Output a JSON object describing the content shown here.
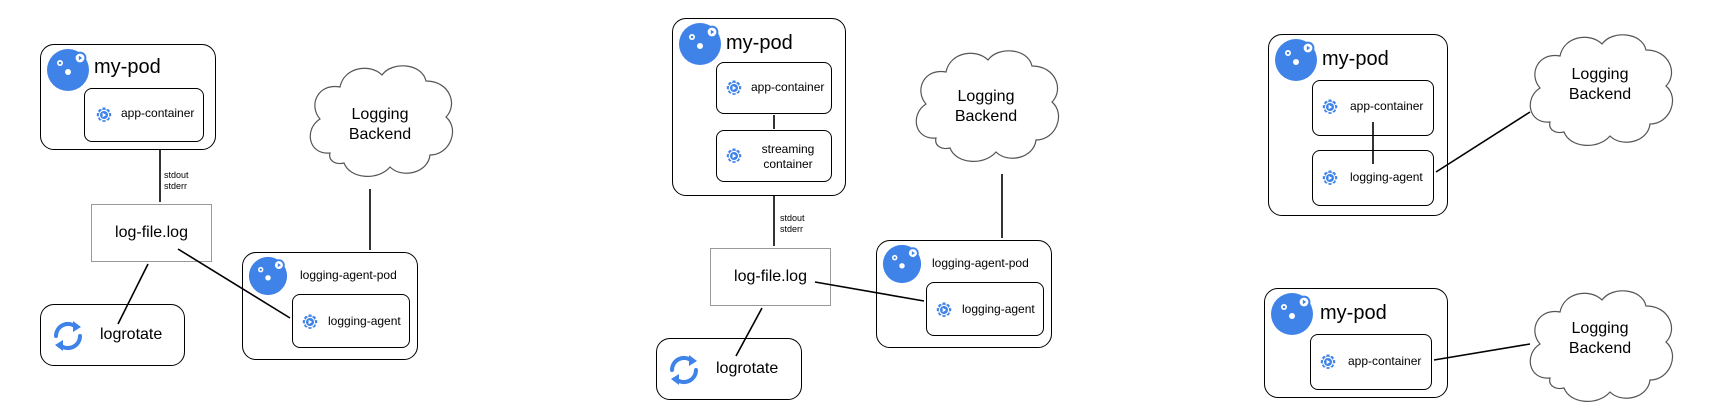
{
  "colors": {
    "icon_blue": "#3f83e8",
    "stroke": "#000000",
    "log_border": "#999999"
  },
  "icons": {
    "pod": "kubernetes-pod-gear-icon",
    "container": "container-gear-icon",
    "logrotate": "rotate-arrows-icon"
  },
  "diagram1": {
    "pod_title": "my-pod",
    "app_container": "app-container",
    "stream_label_1": "stdout",
    "stream_label_2": "stderr",
    "log_file": "log-file.log",
    "logrotate": "logrotate",
    "agent_pod_title": "logging-agent-pod",
    "agent": "logging-agent",
    "backend_line1": "Logging",
    "backend_line2": "Backend"
  },
  "diagram2": {
    "pod_title": "my-pod",
    "app_container": "app-container",
    "streaming_line1": "streaming",
    "streaming_line2": "container",
    "stream_label_1": "stdout",
    "stream_label_2": "stderr",
    "log_file": "log-file.log",
    "logrotate": "logrotate",
    "agent_pod_title": "logging-agent-pod",
    "agent": "logging-agent",
    "backend_line1": "Logging",
    "backend_line2": "Backend"
  },
  "diagram3": {
    "pod_title": "my-pod",
    "app_container": "app-container",
    "agent": "logging-agent",
    "backend_line1": "Logging",
    "backend_line2": "Backend"
  },
  "diagram4": {
    "pod_title": "my-pod",
    "app_container": "app-container",
    "backend_line1": "Logging",
    "backend_line2": "Backend"
  }
}
